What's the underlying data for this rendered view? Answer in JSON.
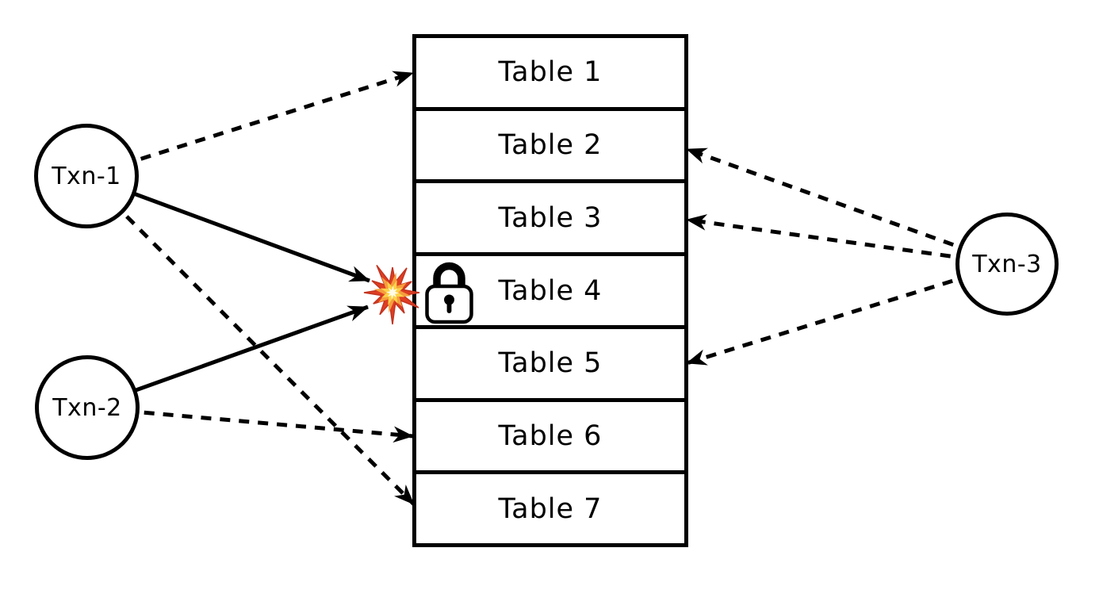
{
  "diagram": {
    "title": "transaction-table-locking-conflict-diagram",
    "transactions": [
      {
        "id": "txn-1",
        "label": "Txn-1"
      },
      {
        "id": "txn-2",
        "label": "Txn-2"
      },
      {
        "id": "txn-3",
        "label": "Txn-3"
      }
    ],
    "tables": [
      {
        "label": "Table 1"
      },
      {
        "label": "Table 2"
      },
      {
        "label": "Table 3"
      },
      {
        "label": "Table 4",
        "locked": true,
        "conflict": true
      },
      {
        "label": "Table 5"
      },
      {
        "label": "Table 6"
      },
      {
        "label": "Table 7"
      }
    ],
    "edges": [
      {
        "from": "Txn-1",
        "to": "Table 1",
        "style": "dashed"
      },
      {
        "from": "Txn-1",
        "to": "Table 4",
        "style": "solid",
        "conflict": true
      },
      {
        "from": "Txn-1",
        "to": "Table 7",
        "style": "dashed"
      },
      {
        "from": "Txn-2",
        "to": "Table 4",
        "style": "solid",
        "conflict": true
      },
      {
        "from": "Txn-2",
        "to": "Table 6",
        "style": "dashed"
      },
      {
        "from": "Txn-3",
        "to": "Table 2",
        "style": "dashed"
      },
      {
        "from": "Txn-3",
        "to": "Table 3",
        "style": "dashed"
      },
      {
        "from": "Txn-3",
        "to": "Table 5",
        "style": "dashed"
      }
    ],
    "icons": {
      "lock": "padlock-icon",
      "collision": "explosion-icon"
    },
    "colors": {
      "stroke": "#000000",
      "background": "#ffffff",
      "explosion_outer": "#df3e23",
      "explosion_mid": "#f59e3d",
      "explosion_inner": "#fcd348",
      "explosion_core": "#fffbe6"
    }
  }
}
